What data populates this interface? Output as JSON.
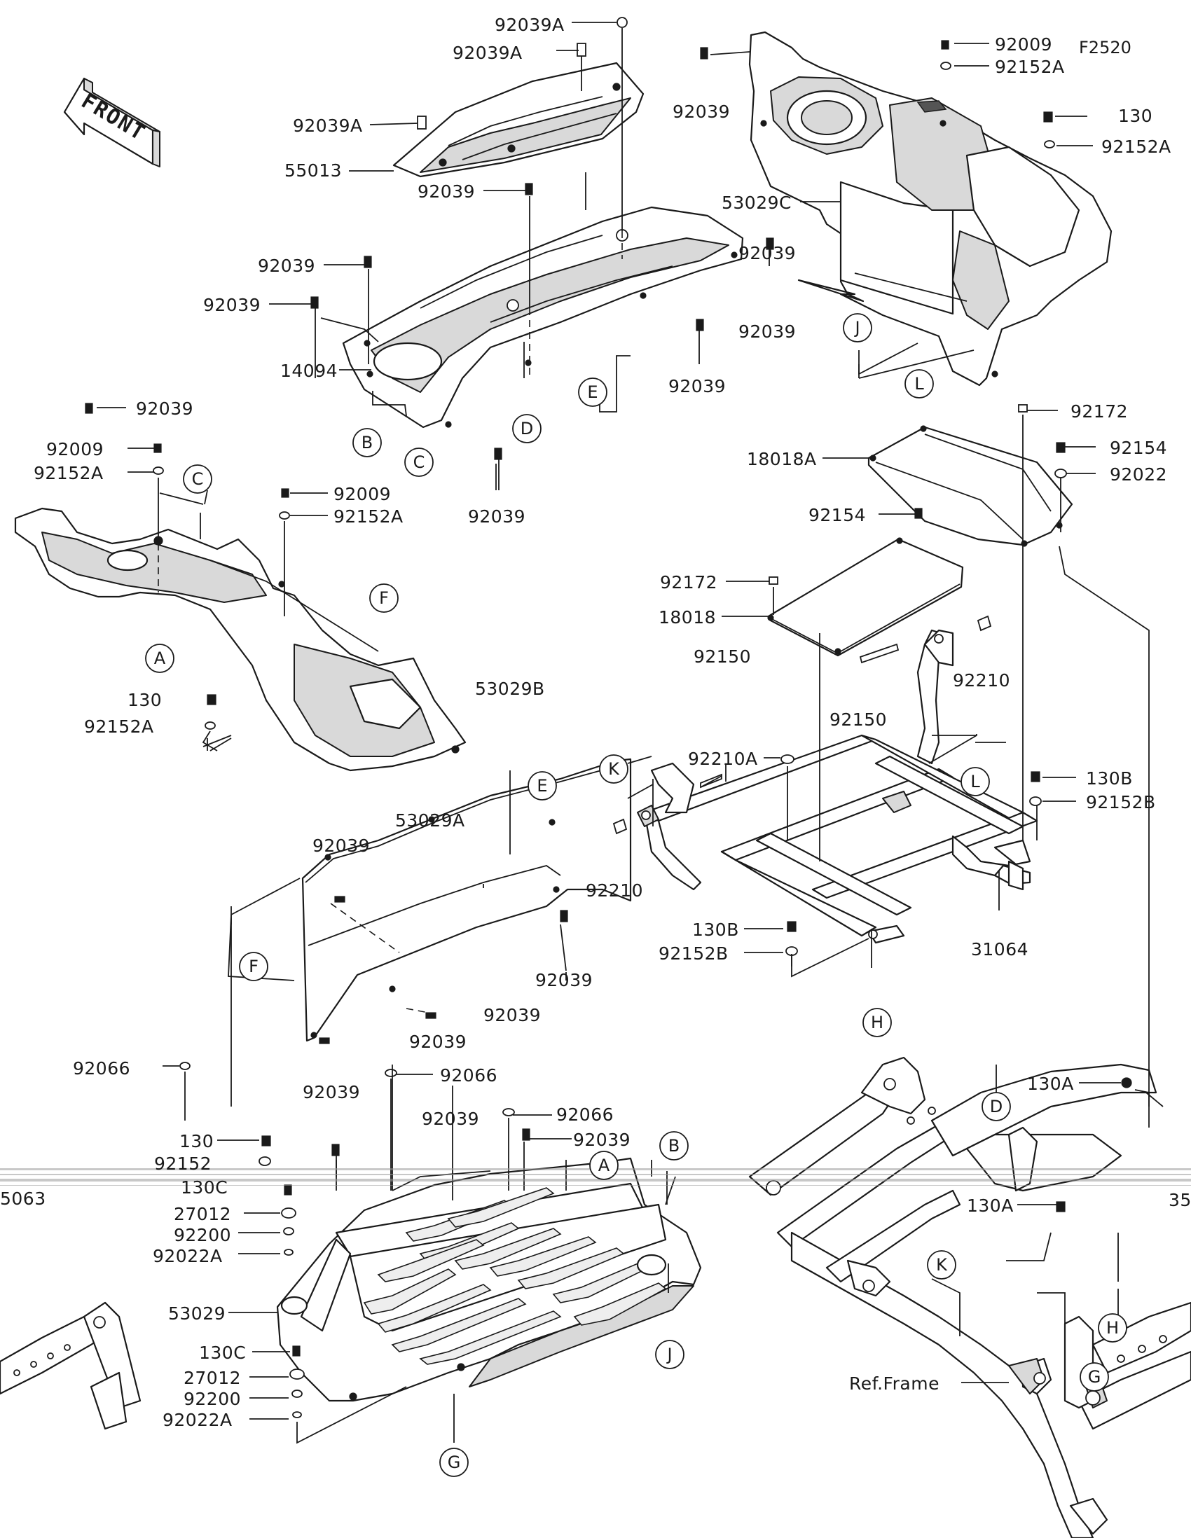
{
  "figure": {
    "code": "F2520",
    "front_text": "FRONT",
    "reference_text": "Ref.Frame"
  },
  "part_labels": [
    {
      "id": "l01",
      "text": "92039A"
    },
    {
      "id": "l02",
      "text": "92039A"
    },
    {
      "id": "l03",
      "text": "92039A"
    },
    {
      "id": "l04",
      "text": "55013"
    },
    {
      "id": "l05",
      "text": "92039"
    },
    {
      "id": "l06",
      "text": "92039"
    },
    {
      "id": "l07",
      "text": "92039"
    },
    {
      "id": "l08",
      "text": "14094"
    },
    {
      "id": "l09",
      "text": "92039"
    },
    {
      "id": "l10",
      "text": "92039"
    },
    {
      "id": "l11",
      "text": "92039"
    },
    {
      "id": "l12",
      "text": "92039"
    },
    {
      "id": "l13",
      "text": "92039"
    },
    {
      "id": "l14",
      "text": "92009"
    },
    {
      "id": "l15",
      "text": "92152A"
    },
    {
      "id": "l16",
      "text": "130"
    },
    {
      "id": "l17",
      "text": "92152A"
    },
    {
      "id": "l18",
      "text": "53029C"
    },
    {
      "id": "l19",
      "text": "92039"
    },
    {
      "id": "l20",
      "text": "92009"
    },
    {
      "id": "l21",
      "text": "92152A"
    },
    {
      "id": "l22",
      "text": "92009"
    },
    {
      "id": "l23",
      "text": "92152A"
    },
    {
      "id": "l24",
      "text": "53029B"
    },
    {
      "id": "l25",
      "text": "130"
    },
    {
      "id": "l26",
      "text": "92152A"
    },
    {
      "id": "l27",
      "text": "92172"
    },
    {
      "id": "l28",
      "text": "18018A"
    },
    {
      "id": "l29",
      "text": "92154"
    },
    {
      "id": "l30",
      "text": "92022"
    },
    {
      "id": "l31",
      "text": "92154"
    },
    {
      "id": "l32",
      "text": "92172"
    },
    {
      "id": "l33",
      "text": "18018"
    },
    {
      "id": "l34",
      "text": "92150"
    },
    {
      "id": "l35",
      "text": "92210"
    },
    {
      "id": "l36",
      "text": "92150"
    },
    {
      "id": "l37",
      "text": "92210A"
    },
    {
      "id": "l38",
      "text": "130B"
    },
    {
      "id": "l39",
      "text": "92152B"
    },
    {
      "id": "l40",
      "text": "92210"
    },
    {
      "id": "l41",
      "text": "130B"
    },
    {
      "id": "l42",
      "text": "92152B"
    },
    {
      "id": "l43",
      "text": "31064"
    },
    {
      "id": "l44",
      "text": "53029A"
    },
    {
      "id": "l45",
      "text": "92039"
    },
    {
      "id": "l46",
      "text": "92039"
    },
    {
      "id": "l47",
      "text": "92039"
    },
    {
      "id": "l48",
      "text": "92039"
    },
    {
      "id": "l49",
      "text": "92066"
    },
    {
      "id": "l50",
      "text": "92066"
    },
    {
      "id": "l51",
      "text": "92039"
    },
    {
      "id": "l52",
      "text": "92039"
    },
    {
      "id": "l53",
      "text": "92066"
    },
    {
      "id": "l54",
      "text": "92039"
    },
    {
      "id": "l55",
      "text": "130"
    },
    {
      "id": "l56",
      "text": "92152"
    },
    {
      "id": "l57",
      "text": "130C"
    },
    {
      "id": "l58",
      "text": "27012"
    },
    {
      "id": "l59",
      "text": "92200"
    },
    {
      "id": "l60",
      "text": "92022A"
    },
    {
      "id": "l61",
      "text": "53029"
    },
    {
      "id": "l62",
      "text": "130C"
    },
    {
      "id": "l63",
      "text": "27012"
    },
    {
      "id": "l64",
      "text": "92200"
    },
    {
      "id": "l65",
      "text": "92022A"
    },
    {
      "id": "l66",
      "text": "130A"
    },
    {
      "id": "l67",
      "text": "130A"
    },
    {
      "id": "l68",
      "text": "5063"
    },
    {
      "id": "l69",
      "text": "35"
    }
  ],
  "callouts": [
    {
      "id": "c01",
      "letter": "B"
    },
    {
      "id": "c02",
      "letter": "C"
    },
    {
      "id": "c03",
      "letter": "D"
    },
    {
      "id": "c04",
      "letter": "E"
    },
    {
      "id": "c05",
      "letter": "J"
    },
    {
      "id": "c06",
      "letter": "C"
    },
    {
      "id": "c07",
      "letter": "F"
    },
    {
      "id": "c08",
      "letter": "A"
    },
    {
      "id": "c09",
      "letter": "L"
    },
    {
      "id": "c10",
      "letter": "K"
    },
    {
      "id": "c11",
      "letter": "L"
    },
    {
      "id": "c12",
      "letter": "H"
    },
    {
      "id": "c13",
      "letter": "E"
    },
    {
      "id": "c14",
      "letter": "F"
    },
    {
      "id": "c15",
      "letter": "B"
    },
    {
      "id": "c16",
      "letter": "A"
    },
    {
      "id": "c17",
      "letter": "J"
    },
    {
      "id": "c18",
      "letter": "G"
    },
    {
      "id": "c19",
      "letter": "D"
    },
    {
      "id": "c20",
      "letter": "K"
    },
    {
      "id": "c21",
      "letter": "H"
    },
    {
      "id": "c22",
      "letter": "G"
    }
  ]
}
